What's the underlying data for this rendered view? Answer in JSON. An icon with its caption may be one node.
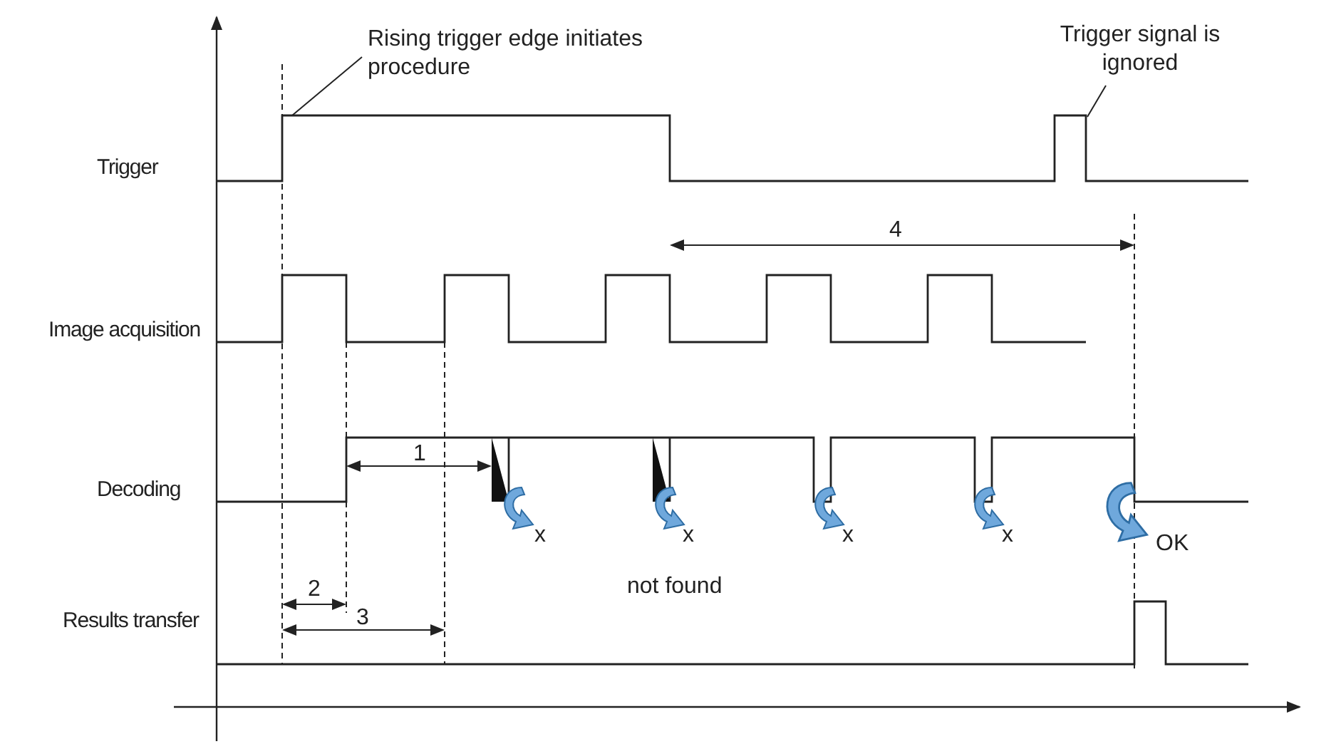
{
  "diagram": {
    "nodes": [
      {
        "text": [
          "Rising trigger edge initiates procedure"
        ]
      },
      {
        "text": [
          "Trigger signal is ignored"
        ]
      }
    ],
    "edges": [
      {
        "from": 0,
        "to": null,
        "arrow": "none"
      },
      {
        "from": 1,
        "to": null,
        "arrow": "none"
      }
    ],
    "labels": [
      "Trigger",
      "4",
      "Image acquisition",
      "1",
      "Decoding",
      "x",
      "x",
      "x",
      "x",
      "OK",
      "2",
      "not found",
      "Results transfer",
      "3"
    ]
  }
}
